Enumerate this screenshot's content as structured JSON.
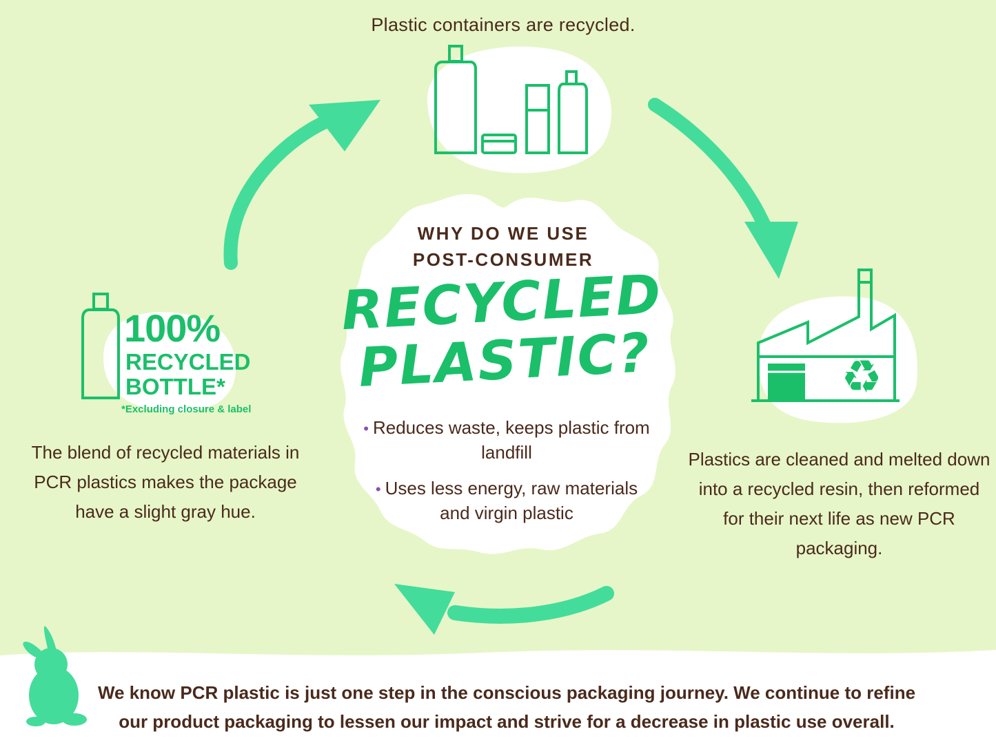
{
  "steps": {
    "top": "Plastic containers are recycled.",
    "right": "Plastics are cleaned and melted down into a recycled resin, then reformed for their next life as new PCR packaging.",
    "left": "The blend of recycled materials in PCR plastics makes the package have a slight gray hue."
  },
  "center": {
    "question_line1": "WHY DO WE USE",
    "question_line2": "POST-CONSUMER",
    "title_line1": "RECYCLED",
    "title_line2": "PLASTIC?",
    "benefits": [
      "Reduces waste, keeps plastic from landfill",
      "Uses less energy, raw materials and virgin plastic"
    ]
  },
  "badge": {
    "percent": "100%",
    "line1": "RECYCLED",
    "line2": "BOTTLE*",
    "note": "*Excluding closure & label"
  },
  "footer": {
    "text": "We know PCR plastic is just one step in the conscious packaging journey. We continue to refine our product packaging to lessen our impact and strive for a decrease in plastic use overall."
  },
  "colors": {
    "background": "#e6f6c8",
    "accent_green": "#1bbf6a",
    "arrow_green": "#44dc9b",
    "text_brown": "#4a2a1c",
    "bullet_purple": "#8a4fb0"
  }
}
